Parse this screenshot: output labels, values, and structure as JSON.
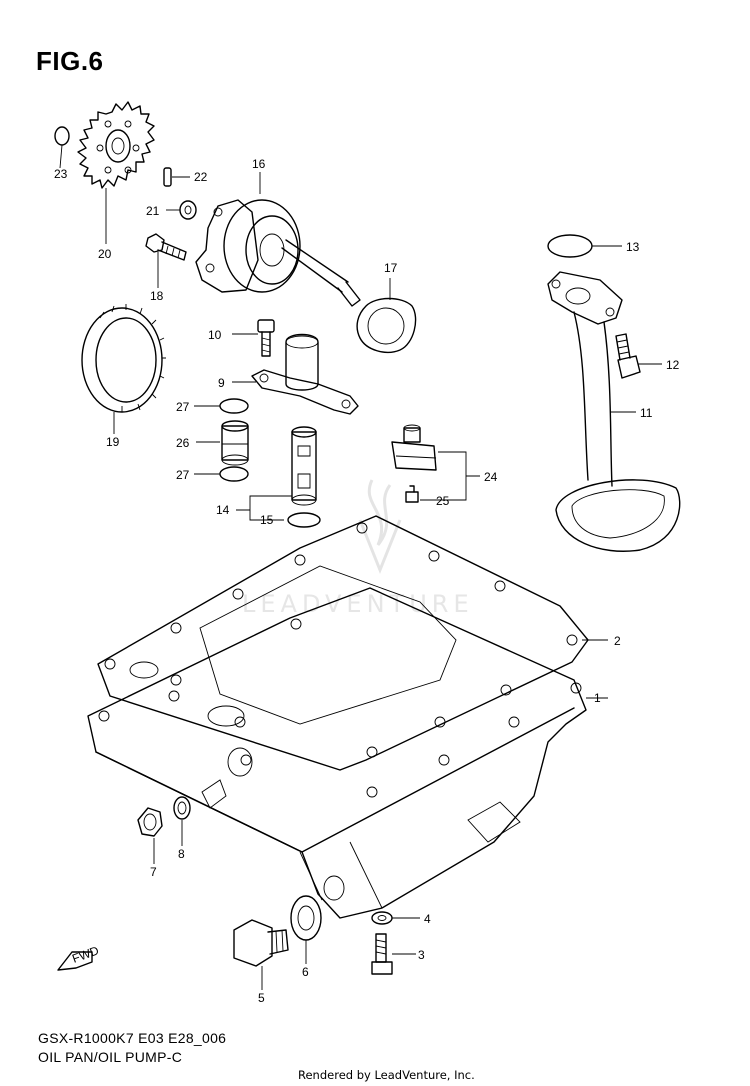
{
  "figure": {
    "title": "FIG.6",
    "model_code": "GSX-R1000K7 E03 E28_006",
    "caption": "OIL PAN/OIL PUMP-C",
    "credit": "Rendered by LeadVenture, Inc.",
    "watermark": "LEADVENTURE",
    "direction_marker": "FWD"
  },
  "callouts": [
    {
      "id": "c1",
      "text": "1"
    },
    {
      "id": "c2",
      "text": "2"
    },
    {
      "id": "c3",
      "text": "3"
    },
    {
      "id": "c4",
      "text": "4"
    },
    {
      "id": "c5",
      "text": "5"
    },
    {
      "id": "c6",
      "text": "6"
    },
    {
      "id": "c7",
      "text": "7"
    },
    {
      "id": "c8",
      "text": "8"
    },
    {
      "id": "c9",
      "text": "9"
    },
    {
      "id": "c10",
      "text": "10"
    },
    {
      "id": "c11",
      "text": "11"
    },
    {
      "id": "c12",
      "text": "12"
    },
    {
      "id": "c13",
      "text": "13"
    },
    {
      "id": "c14",
      "text": "14"
    },
    {
      "id": "c15",
      "text": "15"
    },
    {
      "id": "c16",
      "text": "16"
    },
    {
      "id": "c17",
      "text": "17"
    },
    {
      "id": "c18",
      "text": "18"
    },
    {
      "id": "c19",
      "text": "19"
    },
    {
      "id": "c20",
      "text": "20"
    },
    {
      "id": "c21",
      "text": "21"
    },
    {
      "id": "c22",
      "text": "22"
    },
    {
      "id": "c23",
      "text": "23"
    },
    {
      "id": "c24",
      "text": "24"
    },
    {
      "id": "c25",
      "text": "25"
    },
    {
      "id": "c26",
      "text": "26"
    },
    {
      "id": "c27a",
      "text": "27"
    },
    {
      "id": "c27b",
      "text": "27"
    }
  ]
}
